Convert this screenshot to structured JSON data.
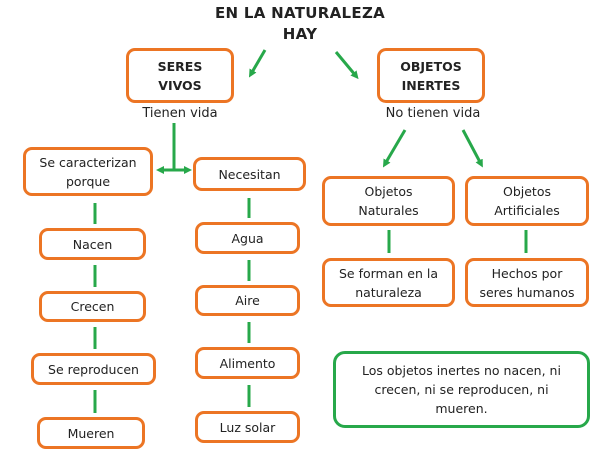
{
  "title": {
    "line1": "EN LA NATURALEZA",
    "line2": "HAY"
  },
  "seres_vivos": {
    "label_line1": "SERES",
    "label_line2": "VIVOS",
    "caption": "Tienen vida",
    "caracteristicas": {
      "label_line1": "Se caracterizan",
      "label_line2": "porque",
      "items": [
        "Nacen",
        "Crecen",
        "Se reproducen",
        "Mueren"
      ]
    },
    "necesidades": {
      "label": "Necesitan",
      "items": [
        "Agua",
        "Aire",
        "Alimento",
        "Luz solar"
      ]
    }
  },
  "objetos_inertes": {
    "label_line1": "OBJETOS",
    "label_line2": "INERTES",
    "caption": "No tienen vida",
    "naturales": {
      "label_line1": "Objetos",
      "label_line2": "Naturales",
      "desc_line1": "Se forman en la",
      "desc_line2": "naturaleza"
    },
    "artificiales": {
      "label_line1": "Objetos",
      "label_line2": "Artificiales",
      "desc_line1": "Hechos por",
      "desc_line2": "seres humanos"
    }
  },
  "note": "Los objetos inertes no nacen, ni crecen, ni se reproducen, ni mueren.",
  "colors": {
    "box_border": "#ec7524",
    "connector": "#27a84a",
    "note_border": "#27a84a"
  }
}
